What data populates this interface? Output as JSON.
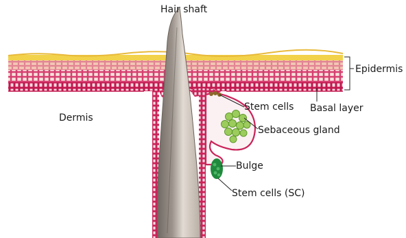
{
  "labels": {
    "hair_shaft": "Hair shaft",
    "epidermis": "Epidermis",
    "basal_layer": "Basal layer",
    "dermis": "Dermis",
    "stem_cells": "Stem cells",
    "sebaceous_gland": "Sebaceous gland",
    "bulge": "Bulge",
    "stem_cells_sc": "Stem cells (SC)"
  },
  "colors": {
    "stratum_corneum": "#f2d24a",
    "epidermis_upper": "#e8a98a",
    "epidermis_cells": "#d94a78",
    "basal_cells": "#c71f5a",
    "hair": "#8f8780",
    "hair_light": "#d9d1c9",
    "gland": "#7bbd3f",
    "bulge_cells": "#1f8a3c",
    "stem_cell": "#8a6a2a",
    "leader": "#222222"
  }
}
